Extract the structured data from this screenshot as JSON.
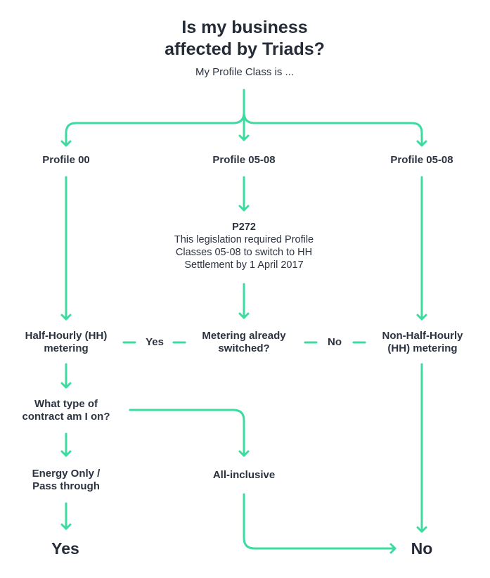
{
  "title": {
    "line1": "Is my business",
    "line2": "affected by Triads?"
  },
  "subtitle": "My Profile Class is ...",
  "profiles": {
    "left": "Profile 00",
    "middle": "Profile 05-08",
    "right": "Profile 05-08"
  },
  "p272": {
    "heading": "P272",
    "line1": "This legislation required Profile",
    "line2": "Classes 05-08 to switch to HH",
    "line3": "Settlement by 1 April 2017"
  },
  "metering": {
    "hh_line1": "Half-Hourly (HH)",
    "hh_line2": "metering",
    "question_line1": "Metering already",
    "question_line2": "switched?",
    "yes_label": "Yes",
    "no_label": "No",
    "nhh_line1": "Non-Half-Hourly",
    "nhh_line2": "(HH) metering"
  },
  "contract": {
    "question_line1": "What type of",
    "question_line2": "contract am I on?",
    "energy_line1": "Energy Only /",
    "energy_line2": "Pass through",
    "all_inclusive": "All-inclusive"
  },
  "results": {
    "yes": "Yes",
    "no": "No"
  },
  "colors": {
    "connector": "#3ddba0",
    "text": "#2c3340"
  }
}
